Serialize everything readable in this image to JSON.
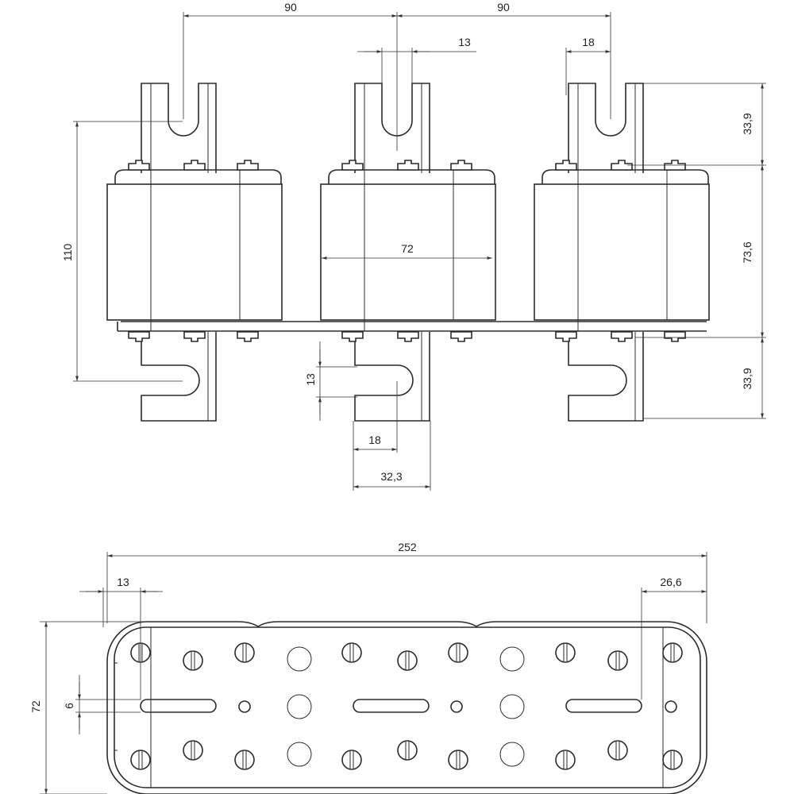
{
  "colors": {
    "line": "#2b2b2b",
    "background": "#ffffff"
  },
  "front_view": {
    "fuse_count": 3,
    "dims": {
      "pitch_left": "90",
      "pitch_right": "90",
      "slot_width_top": "13",
      "slot_offset_top": "18",
      "blade_top_height": "33,9",
      "body_height": "73,6",
      "blade_bottom_height": "33,9",
      "overall_height": "110",
      "body_width": "72",
      "slot_width_bottom": "13",
      "slot_depth_bottom": "18",
      "blade_width": "32,3"
    }
  },
  "top_view": {
    "dims": {
      "overall_length": "252",
      "slot_edge_offset": "13",
      "slot_end_offset": "26,6",
      "overall_width": "72",
      "slot_height": "6"
    }
  }
}
